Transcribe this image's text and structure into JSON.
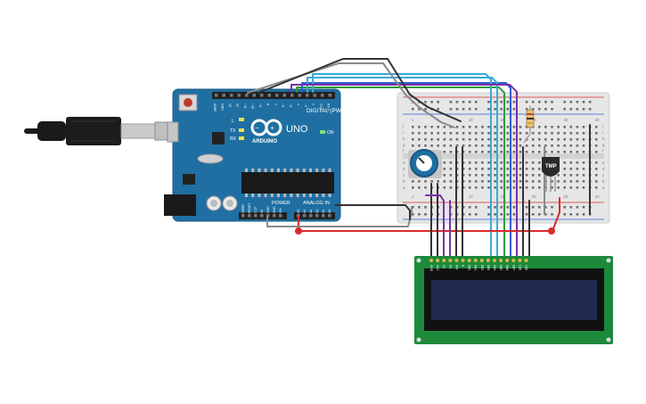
{
  "arduino": {
    "brand": "ARDUINO",
    "model": "UNO",
    "digital_label": "DIGITAL (PWM~)",
    "power_label": "POWER",
    "analog_label": "ANALOG IN",
    "led_l": "L",
    "led_tx": "TX",
    "led_rx": "RX",
    "led_on": "ON",
    "digital_pins": [
      "AREF",
      "GND",
      "13",
      "12",
      "~11",
      "~10",
      "~9",
      "8",
      "7",
      "~6",
      "~5",
      "4",
      "~3",
      "2",
      "TX 1",
      "RX 0"
    ],
    "power_pins": [
      "IOREF",
      "RESET",
      "3.3V",
      "5V",
      "GND",
      "GND",
      "VIN"
    ],
    "analog_pins": [
      "A0",
      "A1",
      "A2",
      "A3",
      "A4",
      "A5"
    ]
  },
  "breadboard": {
    "row_letters_top": [
      "j",
      "i",
      "h",
      "g",
      "f"
    ],
    "row_letters_bottom": [
      "e",
      "d",
      "c",
      "b",
      "a"
    ],
    "column_numbers": [
      "1",
      "5",
      "10",
      "15",
      "20",
      "25",
      "30"
    ]
  },
  "sensor": {
    "label": "TMP"
  },
  "lcd": {
    "pin_labels": [
      "GND",
      "VCC",
      "V0",
      "RS",
      "RW",
      "E",
      "DB0",
      "DB1",
      "DB2",
      "DB3",
      "DB4",
      "DB5",
      "DB6",
      "DB7",
      "LED",
      "LED"
    ]
  },
  "colors": {
    "board": "#1f6fa3",
    "board_dark": "#17577f",
    "breadboard": "#e6e6e6",
    "lcd_pcb": "#1c8a3a",
    "lcd_screen": "#1f2a4e",
    "wire_red": "#d92b2b",
    "wire_black": "#333333",
    "wire_gray": "#8a8a8a",
    "wire_purple": "#7b2fa8",
    "wire_cyan": "#3aa9d6",
    "wire_green": "#2f9c3b",
    "wire_blue": "#2d5fd1",
    "pot": "#1f6fa3"
  }
}
